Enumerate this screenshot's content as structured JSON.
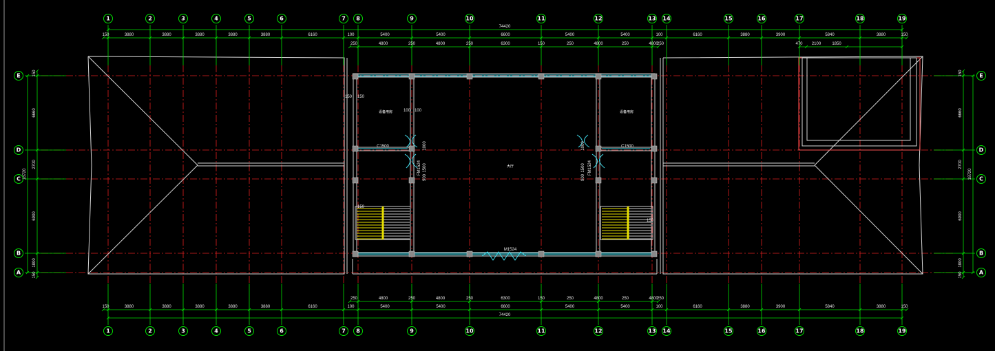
{
  "drawing": {
    "column_axes": [
      "1",
      "2",
      "3",
      "4",
      "5",
      "6",
      "7",
      "8",
      "9",
      "10",
      "11",
      "12",
      "13",
      "14",
      "15",
      "16",
      "17",
      "18",
      "19"
    ],
    "row_axes": [
      "E",
      "D",
      "C",
      "B",
      "A"
    ],
    "overall_dimension": "74420",
    "top_dims_row1": [
      "150",
      "3880",
      "3880",
      "3880",
      "3880",
      "3880",
      "6160",
      "100",
      "5400",
      "5400",
      "6600",
      "5400",
      "5400",
      "100",
      "6160",
      "3880",
      "3900",
      "5840",
      "3880",
      "150"
    ],
    "top_dims_row2": [
      "250",
      "4800",
      "250",
      "4800",
      "250",
      "6300",
      "150",
      "250",
      "4800",
      "250",
      "4800",
      "250"
    ],
    "top_dims_right": [
      "470",
      "2100",
      "1850"
    ],
    "bottom_dims_row1": [
      "250",
      "4800",
      "250",
      "4800",
      "250",
      "6300",
      "150",
      "250",
      "4800",
      "250",
      "4800",
      "250"
    ],
    "bottom_dims_row2": [
      "150",
      "3880",
      "3880",
      "3880",
      "3880",
      "3880",
      "6160",
      "100",
      "5400",
      "5400",
      "6600",
      "5400",
      "5400",
      "100",
      "6160",
      "3880",
      "3900",
      "5840",
      "3880",
      "150"
    ],
    "left_dims": [
      "150",
      "6660",
      "2700",
      "6900",
      "1800",
      "150"
    ],
    "left_total": "18720",
    "right_dims": [
      "150",
      "6660",
      "2700",
      "6900",
      "1800",
      "150"
    ],
    "right_total": "18720",
    "labels": {
      "window_left": "C1500",
      "window_right": "C1500",
      "door_left": "FM1524",
      "door_right": "FM1524",
      "door_main": "M1524",
      "room_left": "设备用房",
      "room_right": "设备用房",
      "hall": "大厅",
      "dim_150a": "150",
      "dim_150b": "150",
      "dim_100a": "100",
      "dim_100b": "100",
      "dim_1000a": "1000",
      "dim_1000b": "1000",
      "dim_1500a": "1500",
      "dim_1500b": "1500",
      "dim_900a": "900",
      "dim_900b": "900",
      "stair_left_dim": "150",
      "stair_right_dim": "150"
    }
  }
}
